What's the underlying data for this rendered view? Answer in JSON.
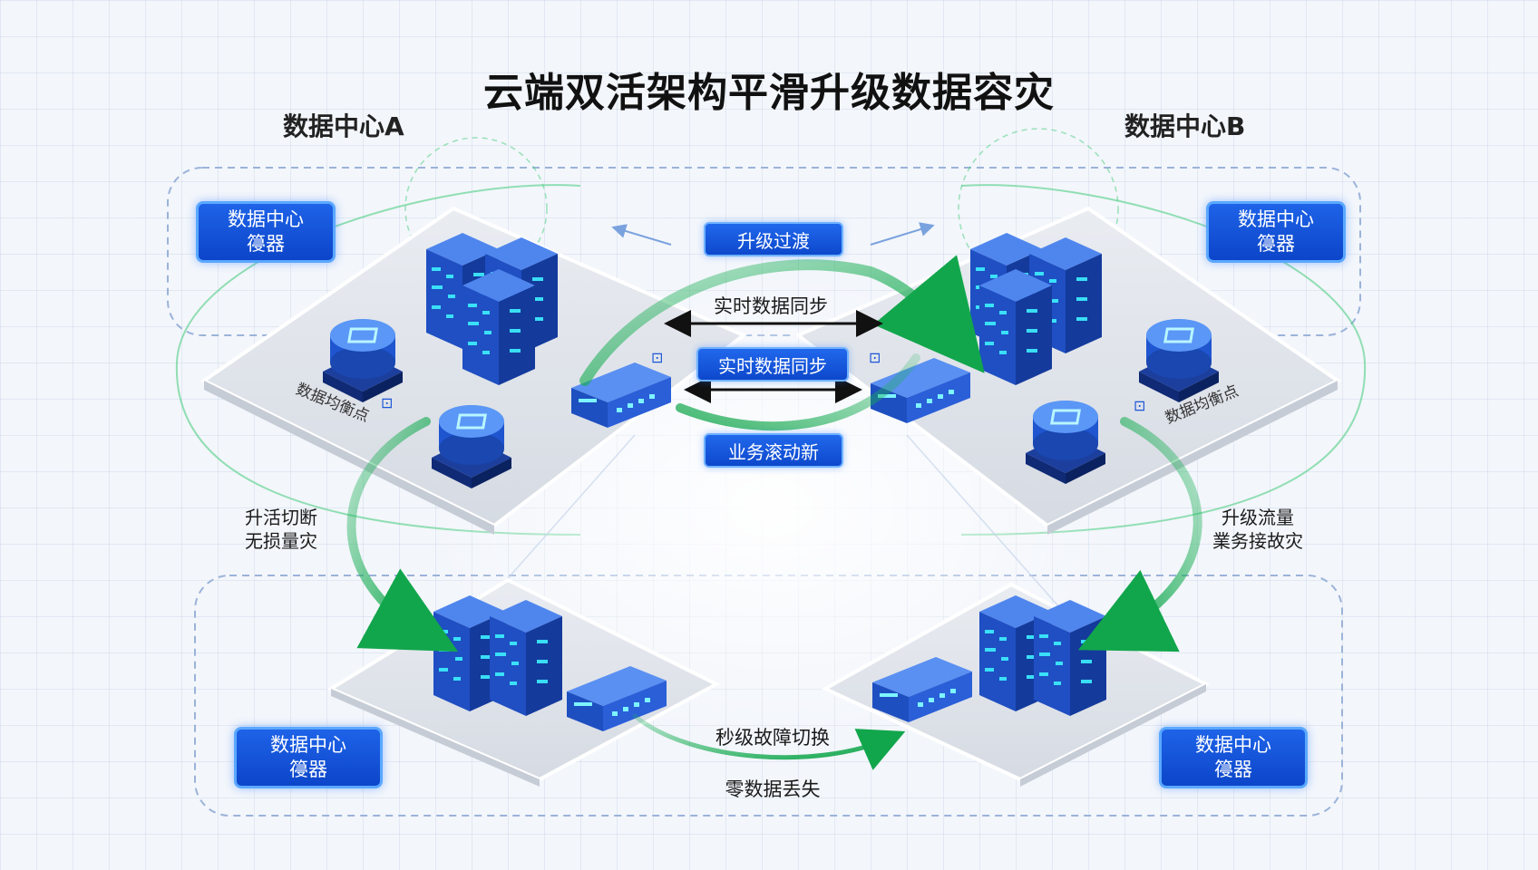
{
  "title": "云端双活架构平滑升级数据容灾",
  "dc_a": {
    "name": "数据中心A",
    "box_line1": "数据中心",
    "box_line2": "䈜器",
    "rot_label": "数据均衡点"
  },
  "dc_b": {
    "name": "数据中心B",
    "box_line1": "数据中心",
    "box_line2": "䈜器",
    "rot_label": "数据均衡点"
  },
  "bottom_left": {
    "box_line1": "数据中心",
    "box_line2": "䈜器"
  },
  "bottom_right": {
    "box_line1": "数据中心",
    "box_line2": "䈜器"
  },
  "center": {
    "pill_top": "升级过渡",
    "sync_label": "实时数据同步",
    "pill_sync": "实时数据同步",
    "pill_bottom": "业务滚动新"
  },
  "left_side": {
    "line1": "升活切断",
    "line2": "无损量灾"
  },
  "right_side": {
    "line1": "升级流量",
    "line2": "業务接故灾"
  },
  "bottom_center": {
    "line1": "秒级故障切换",
    "line2": "零数据丢失"
  },
  "colors": {
    "accent_blue": "#0d48cc",
    "arrow_green": "#1fb35a",
    "platform": "#dfe3ea"
  },
  "icons": [
    "server-rack-icon",
    "database-icon",
    "switch-icon"
  ]
}
